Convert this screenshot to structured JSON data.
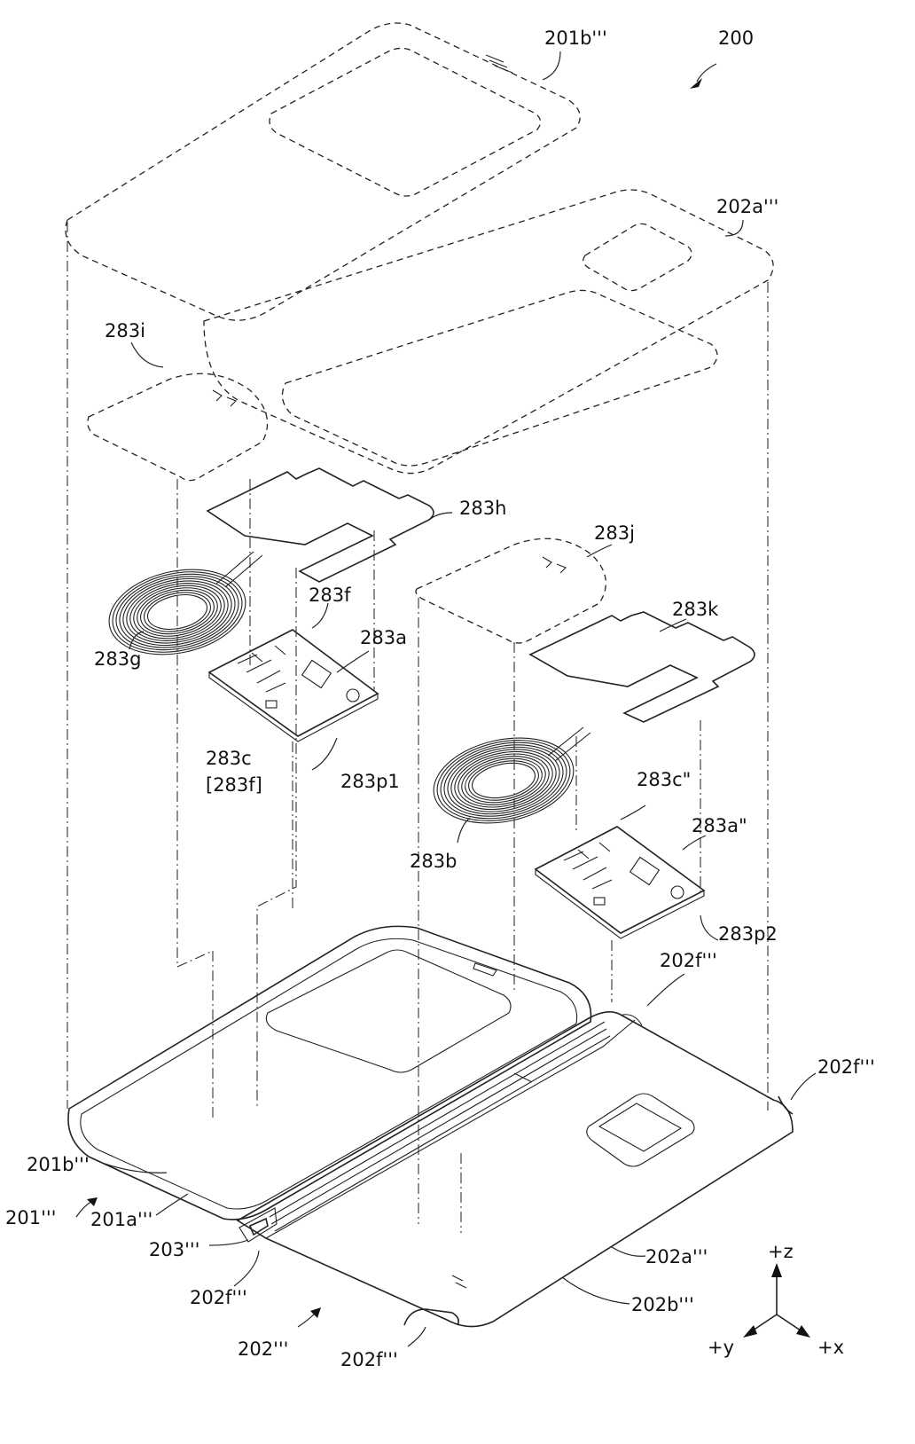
{
  "figure": {
    "ref_main": "200",
    "labels": {
      "l201b_top": "201b'''",
      "l202a_top": "202a'''",
      "l283i": "283i",
      "l283h": "283h",
      "l283j": "283j",
      "l283f": "283f",
      "l283a": "283a",
      "l283k": "283k",
      "l283g": "283g",
      "l283c": "283c",
      "l283f_bracket": "[283f]",
      "l283p1": "283p1",
      "l283c2": "283c\"",
      "l283a2": "283a\"",
      "l283b": "283b",
      "l283p2": "283p2",
      "l202f_a": "202f'''",
      "l202f_b": "202f'''",
      "l201b_bot": "201b'''",
      "l201": "201'''",
      "l201a": "201a'''",
      "l203": "203'''",
      "l202f_c": "202f'''",
      "l202a_bot": "202a'''",
      "l202b": "202b'''",
      "l202": "202'''",
      "l202f_d": "202f'''"
    },
    "axes": {
      "z": "+z",
      "y": "+y",
      "x": "+x"
    }
  }
}
